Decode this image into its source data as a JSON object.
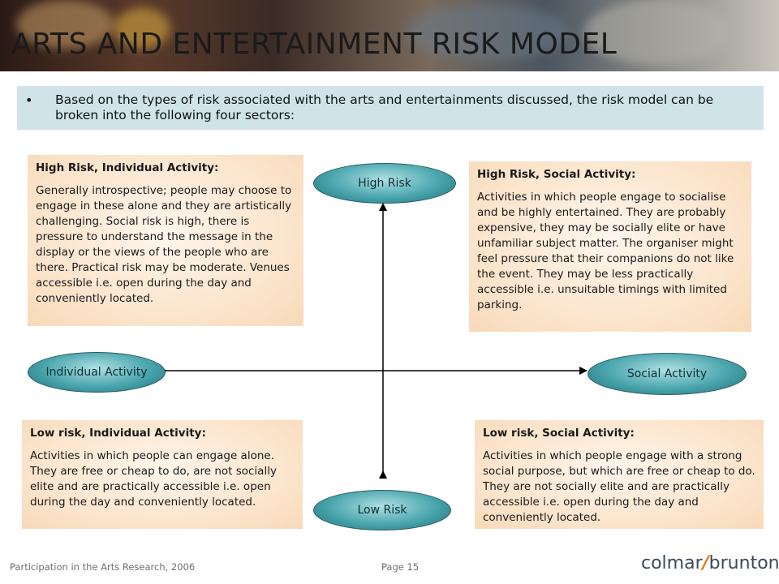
{
  "title": "ARTS AND ENTERTAINMENT RISK MODEL",
  "intro": "Based on the types of risk associated with the arts and entertainments discussed, the risk model can be broken into the following four sectors:",
  "quadrants": {
    "top_left": {
      "title": "High Risk, Individual Activity:",
      "body": "Generally introspective; people may choose to engage in these alone and they are artistically challenging. Social risk is high, there is pressure to understand the message in the display or the views of the people who are there. Practical risk may be moderate. Venues accessible i.e. open during the day and conveniently located."
    },
    "top_right": {
      "title": "High Risk, Social Activity:",
      "body": "Activities in which people engage to socialise and be highly entertained. They are probably expensive, they may be socially elite or have unfamiliar subject matter.  The organiser might feel pressure that their companions do not like the event. They may be less practically accessible i.e. unsuitable timings with limited parking."
    },
    "bottom_left": {
      "title": "Low risk, Individual Activity:",
      "body": "Activities in which people can engage alone.  They are free or cheap to do, are not socially elite and are practically accessible i.e. open during the day and conveniently located."
    },
    "bottom_right": {
      "title": "Low risk, Social Activity:",
      "body": "Activities in which people engage with a strong social purpose, but which are free or cheap to do. They are not socially elite and are practically accessible i.e. open during the day and conveniently located."
    }
  },
  "axis_labels": {
    "top": "High Risk",
    "bottom": "Low Risk",
    "left": "Individual Activity",
    "right": "Social Activity"
  },
  "footer": {
    "source": "Participation in the Arts Research, 2006",
    "page": "Page 15",
    "logo_left": "colmar",
    "logo_right": "brunton"
  },
  "colors": {
    "intro_bg": "#cfe3e8",
    "box_bg": "#fbe3c9",
    "pill": "#4aa5ad",
    "logo_accent": "#e07a10"
  }
}
